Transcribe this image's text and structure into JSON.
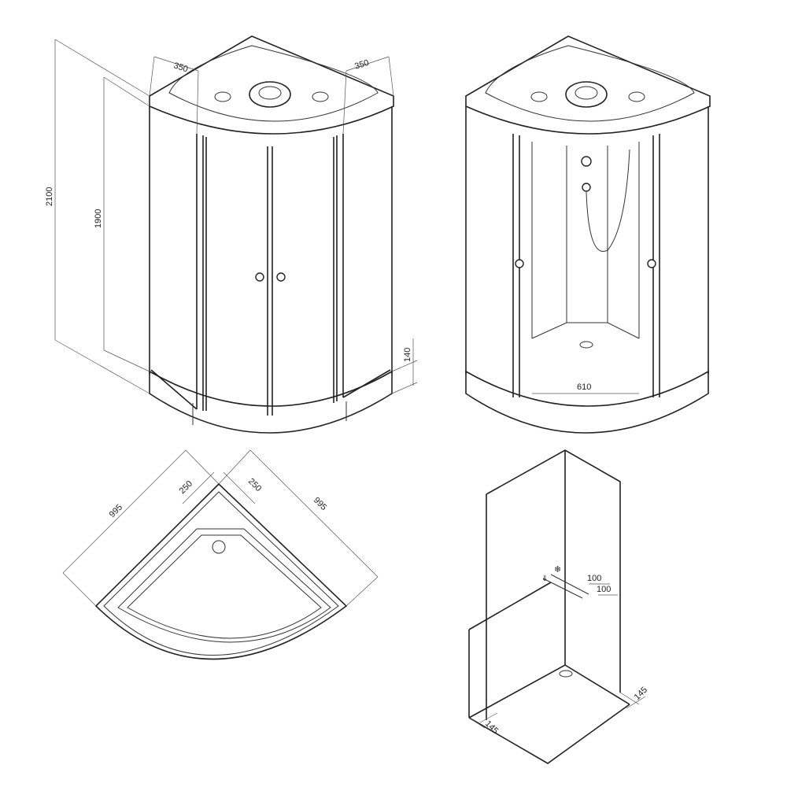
{
  "dimensions": {
    "front_view": {
      "top_left_depth": "350",
      "top_right_depth": "350",
      "total_height": "2100",
      "door_height": "1900",
      "base_height": "140"
    },
    "open_view": {
      "entrance_width": "610"
    },
    "plan_view": {
      "left_offset": "250",
      "right_offset": "250",
      "left_side": "995",
      "right_side": "995"
    },
    "installation_view": {
      "outlet_offset_a": "100",
      "outlet_offset_b": "100",
      "drain_offset_right": "145",
      "drain_offset_left": "145"
    }
  }
}
